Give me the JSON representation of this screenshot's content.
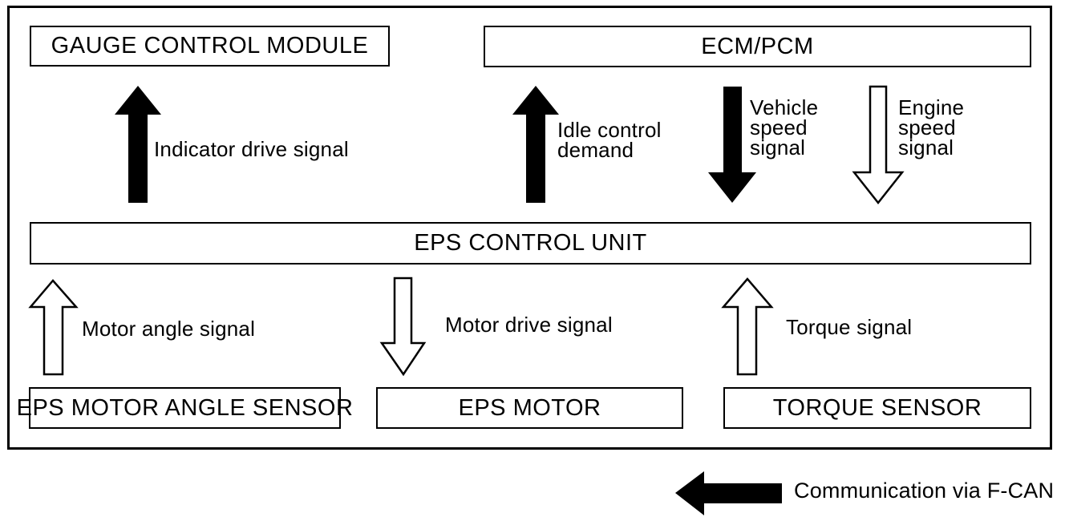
{
  "diagram": {
    "boxes": {
      "gauge_control_module": "GAUGE CONTROL MODULE",
      "ecm_pcm": "ECM/PCM",
      "eps_control_unit": "EPS CONTROL UNIT",
      "eps_motor_angle_sensor": "EPS MOTOR ANGLE SENSOR",
      "eps_motor": "EPS MOTOR",
      "torque_sensor": "TORQUE SENSOR"
    },
    "signal_labels": {
      "indicator_drive": "Indicator drive signal",
      "idle_control": "Idle control\ndemand",
      "vehicle_speed": "Vehicle\nspeed\nsignal",
      "engine_speed": "Engine\nspeed\nsignal",
      "motor_angle": "Motor angle signal",
      "motor_drive": "Motor drive signal",
      "torque": "Torque signal"
    },
    "arrows": [
      {
        "signal": "Indicator drive signal",
        "from": "EPS CONTROL UNIT",
        "to": "GAUGE CONTROL MODULE",
        "direction": "up",
        "style": "filled-fcan"
      },
      {
        "signal": "Idle control demand",
        "from": "EPS CONTROL UNIT",
        "to": "ECM/PCM",
        "direction": "up",
        "style": "filled-fcan"
      },
      {
        "signal": "Vehicle speed signal",
        "from": "ECM/PCM",
        "to": "EPS CONTROL UNIT",
        "direction": "down",
        "style": "filled-fcan"
      },
      {
        "signal": "Engine speed signal",
        "from": "ECM/PCM",
        "to": "EPS CONTROL UNIT",
        "direction": "down",
        "style": "outline"
      },
      {
        "signal": "Motor angle signal",
        "from": "EPS MOTOR ANGLE SENSOR",
        "to": "EPS CONTROL UNIT",
        "direction": "up",
        "style": "outline"
      },
      {
        "signal": "Motor drive signal",
        "from": "EPS CONTROL UNIT",
        "to": "EPS MOTOR",
        "direction": "down",
        "style": "outline"
      },
      {
        "signal": "Torque signal",
        "from": "TORQUE SENSOR",
        "to": "EPS CONTROL UNIT",
        "direction": "up",
        "style": "outline"
      }
    ],
    "legend": {
      "label": "Communication via F-CAN",
      "arrow_direction": "left",
      "arrow_style": "filled"
    },
    "colors": {
      "line": "#000000",
      "filled_arrow": "#000000",
      "outline_arrow_fill": "#ffffff",
      "background": "#ffffff"
    }
  }
}
